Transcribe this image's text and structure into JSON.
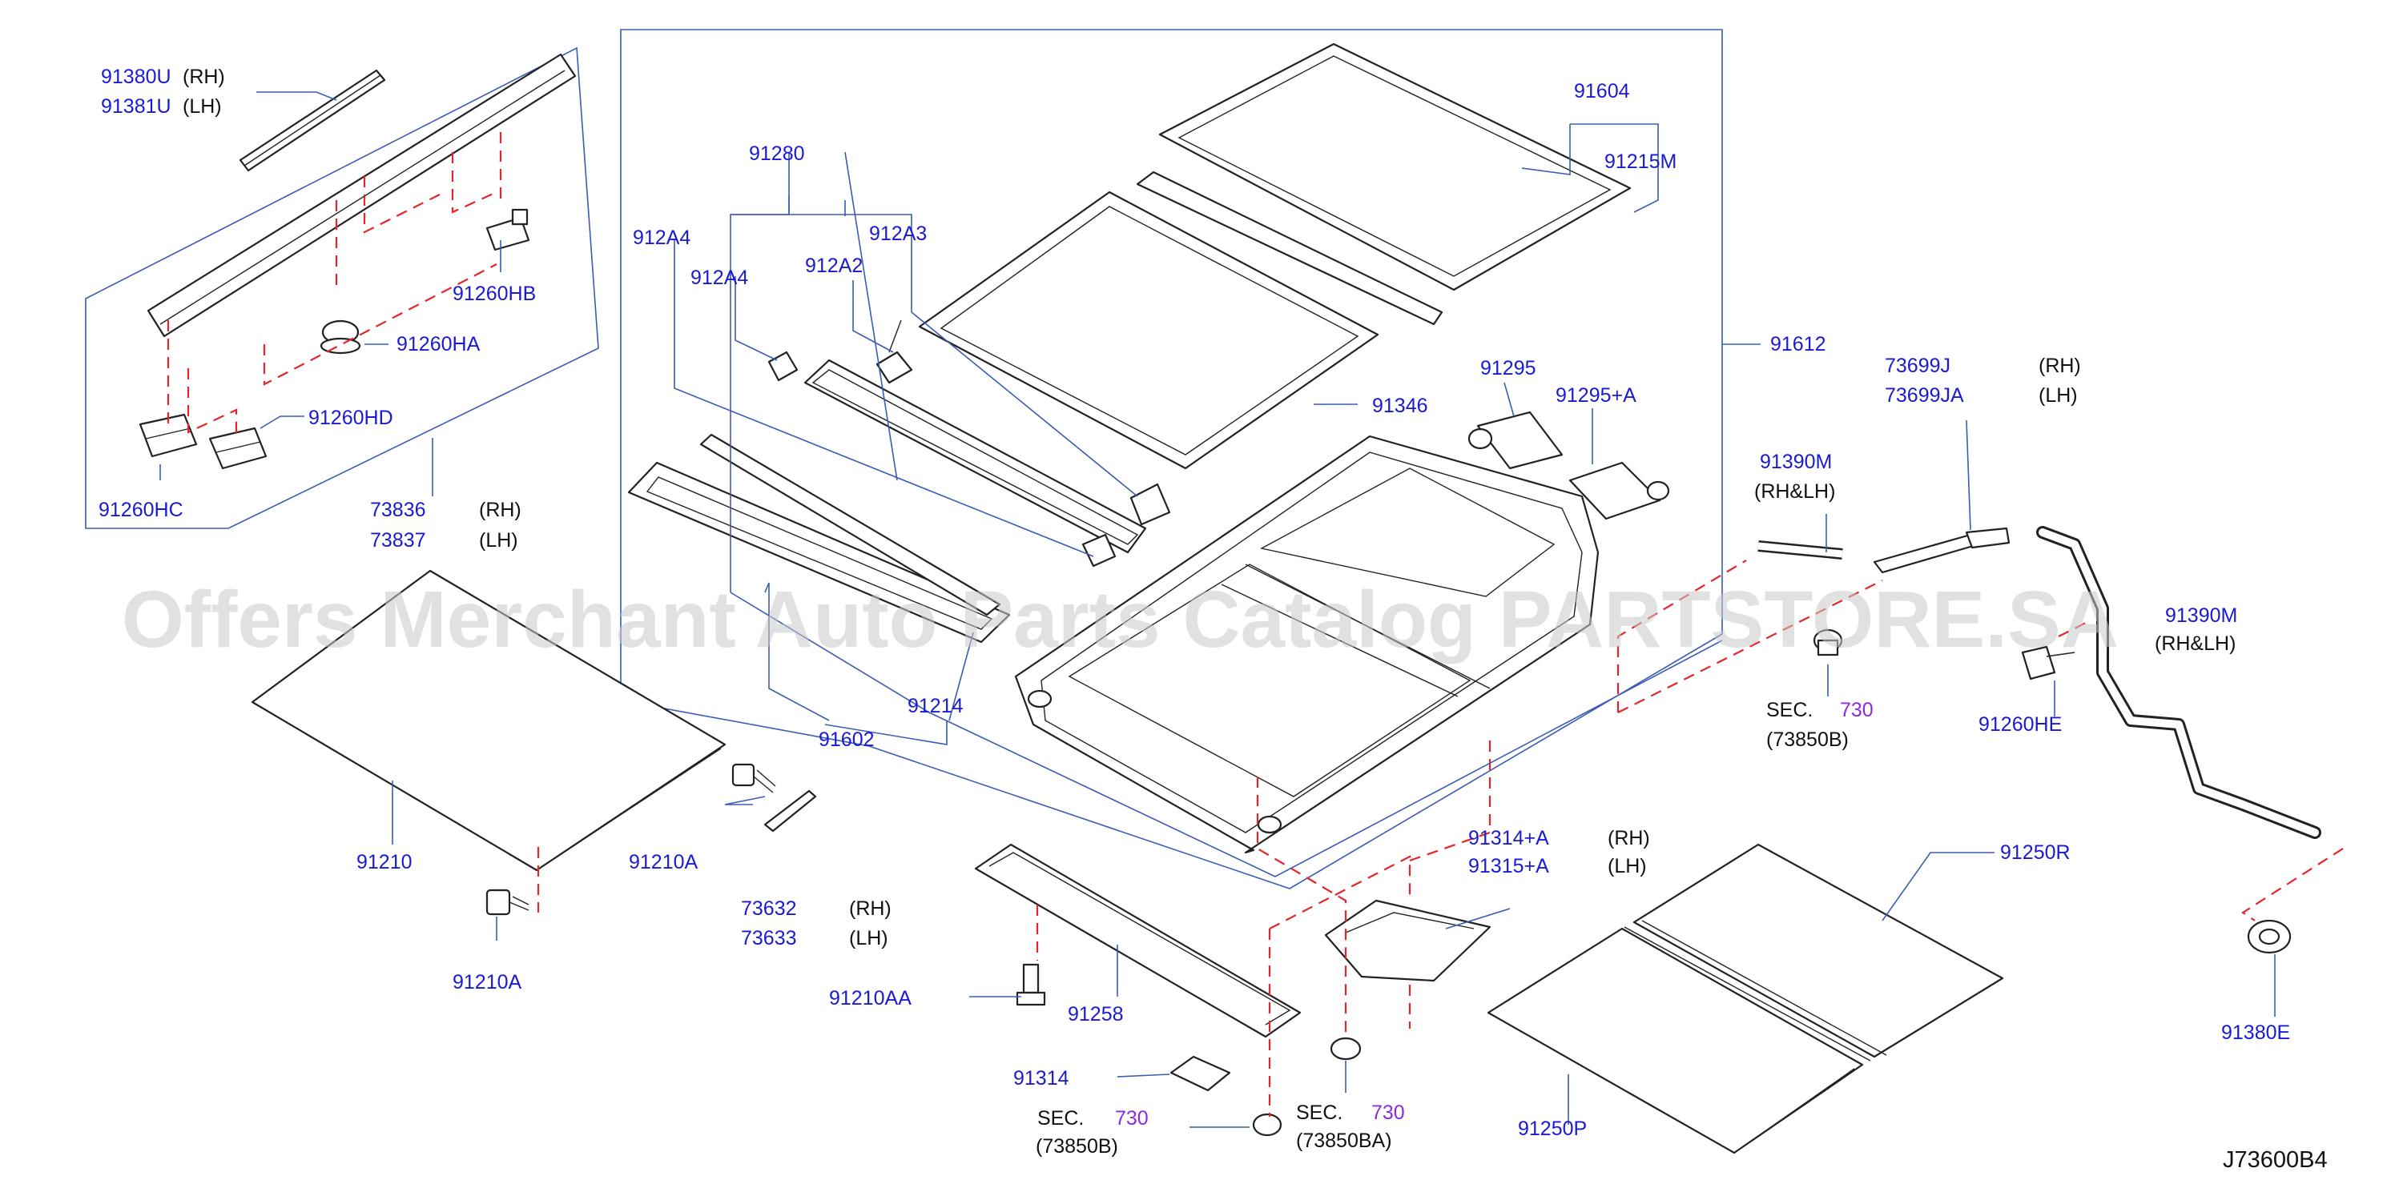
{
  "diagram_code": "J73600B4",
  "watermark": "Offers Merchant Auto Parts Catalog PARTSTORE.SA",
  "labels": {
    "p91380U": "91380U",
    "rh_91380U": "(RH)",
    "p91381U": "91381U",
    "lh_91381U": "(LH)",
    "p91260HB": "91260HB",
    "p91260HA": "91260HA",
    "p91260HD": "91260HD",
    "p91260HC": "91260HC",
    "p73836": "73836",
    "rh_73836": "(RH)",
    "p73837": "73837",
    "lh_73837": "(LH)",
    "p91210": "91210",
    "p91210A_1": "91210A",
    "p91210A_2": "91210A",
    "p73632": "73632",
    "rh_73632": "(RH)",
    "p73633": "73633",
    "lh_73633": "(LH)",
    "p91280": "91280",
    "p912A4_1": "912A4",
    "p912A4_2": "912A4",
    "p912A3": "912A3",
    "p912A2": "912A2",
    "p91602": "91602",
    "p91214": "91214",
    "p91604": "91604",
    "p91215M": "91215M",
    "p91612": "91612",
    "p91346": "91346",
    "p91295": "91295",
    "p91295A": "91295+A",
    "p73699J": "73699J",
    "rh_73699J": "(RH)",
    "p73699JA": "73699JA",
    "lh_73699JA": "(LH)",
    "p91390M_1": "91390M",
    "rhlh_1": "(RH&LH)",
    "p91390M_2": "91390M",
    "rhlh_2": "(RH&LH)",
    "sec1": "SEC.",
    "sec1_num": "730",
    "sec1_ref": "(73850B)",
    "p91260HE": "91260HE",
    "p91314A": "91314+A",
    "rh_91314A": "(RH)",
    "p91315A": "91315+A",
    "lh_91315A": "(LH)",
    "p91250R": "91250R",
    "p91250P": "91250P",
    "p91210AA": "91210AA",
    "p91258": "91258",
    "p91314": "91314",
    "sec2": "SEC.",
    "sec2_num": "730",
    "sec2_ref": "(73850B)",
    "sec3": "SEC.",
    "sec3_num": "730",
    "sec3_ref": "(73850BA)",
    "p91380E": "91380E"
  }
}
